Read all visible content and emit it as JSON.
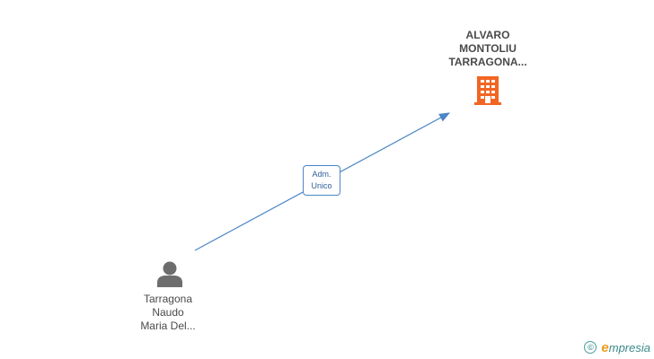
{
  "company": {
    "name_lines": [
      "ALVARO",
      "MONTOLIU",
      "TARRAGONA..."
    ],
    "icon": "building-icon",
    "color": "#f26522"
  },
  "person": {
    "name_lines": [
      "Tarragona",
      "Naudo",
      "Maria Del..."
    ],
    "icon": "person-icon",
    "color": "#6d6d6d"
  },
  "relationship": {
    "label_lines": [
      "Adm.",
      "Unico"
    ],
    "color": "#4a86c8"
  },
  "brand": {
    "symbol": "©",
    "e": "e",
    "rest": "mpresia"
  }
}
